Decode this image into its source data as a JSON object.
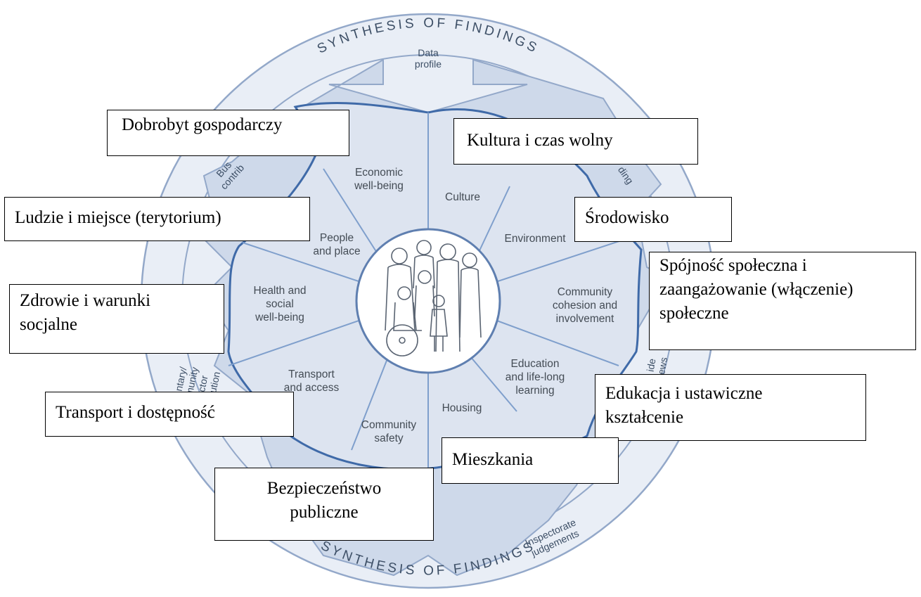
{
  "colors": {
    "background": "#ffffff",
    "outer_ring": "#e9eef6",
    "ring_edge": "#93a8c9",
    "star_fill": "#ced9ea",
    "sector_fill": "#dde4f0",
    "divider": "#7f9fcc",
    "center_disc": "#ffffff",
    "box_border": "#000000",
    "text": "#000000"
  },
  "ring": {
    "top_text": "SYNTHESIS OF FINDINGS",
    "bottom_text": "SYNTHESIS OF FINDINGS"
  },
  "inputs": {
    "data_profile": "Data\nprofile",
    "business_contribution": "Bus\ncontrib",
    "funding": "ding",
    "voluntary_sector": "ntary/\nmunity\nctor\nibution",
    "resident_views": "ide\niews",
    "inspectorate_judgements": "Inspectorate\njudgements"
  },
  "sectors": [
    {
      "id": "culture",
      "label": "Culture"
    },
    {
      "id": "environment",
      "label": "Environment"
    },
    {
      "id": "community-cohesion",
      "label": "Community\ncohesion and\ninvolvement"
    },
    {
      "id": "education",
      "label": "Education\nand life-long\nlearning"
    },
    {
      "id": "housing",
      "label": "Housing"
    },
    {
      "id": "community-safety",
      "label": "Community\nsafety"
    },
    {
      "id": "transport",
      "label": "Transport\nand access"
    },
    {
      "id": "health",
      "label": "Health and\nsocial\nwell-being"
    },
    {
      "id": "people-place",
      "label": "People\nand place"
    },
    {
      "id": "economic",
      "label": "Economic\nwell-being"
    }
  ],
  "center": {
    "icon": "family-group-icon"
  },
  "boxes": [
    {
      "id": "dobrobyt",
      "text": "Dobrobyt gospodarczy"
    },
    {
      "id": "kultura",
      "text": "Kultura i czas wolny"
    },
    {
      "id": "ludzie",
      "text": "Ludzie i miejsce (terytorium)"
    },
    {
      "id": "srodowisko",
      "text": "Środowisko"
    },
    {
      "id": "spojnosc",
      "text": "Spójność społeczna i\nzaangażowanie (włączenie)\n społeczne"
    },
    {
      "id": "zdrowie",
      "text": "Zdrowie i warunki\nsocjalne"
    },
    {
      "id": "edukacja",
      "text": "Edukacja i ustawiczne\nkształcenie"
    },
    {
      "id": "transport",
      "text": "Transport i dostępność"
    },
    {
      "id": "mieszkania",
      "text": "Mieszkania"
    },
    {
      "id": "bezpieczenstwo",
      "text": "Bezpieczeństwo\npubliczne"
    }
  ]
}
